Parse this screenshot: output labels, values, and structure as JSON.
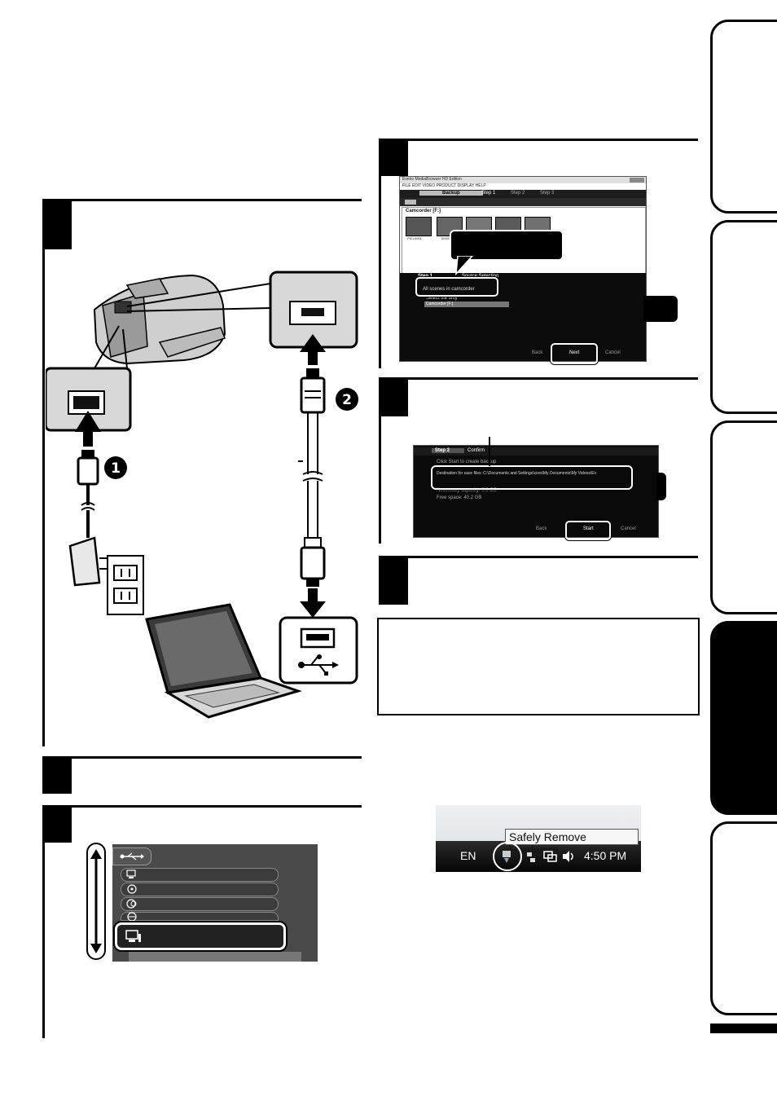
{
  "step_markers": [
    "",
    "",
    "",
    "",
    "",
    "",
    ""
  ],
  "camcorder_screen": {
    "title_bar": "Everio MediaBrowser HD Edition",
    "menu_bar": "FILE  EDIT  VIDEO  PRODUCT  DISPLAY  HELP",
    "backup_label": "Backup",
    "step_labels": [
      "Step 1",
      "Step 2",
      "Step 3"
    ],
    "source_label": "Camcorder [F:]",
    "thumb_labels": [
      "PICL0001",
      "00001"
    ],
    "step1_heading": "Step 1",
    "step1_title": "Source Selection",
    "option_all": "All scenes in camcorder",
    "option_select": "Select file only",
    "dropdown_value": "Camcorder [F:]",
    "buttons": [
      "Back",
      "Next",
      "Cancel"
    ]
  },
  "confirm_screen": {
    "step_label": "Step 2",
    "step_title": "Confirm",
    "instruction": "Click Start to create backup",
    "destination": "Destination for save files: C:\\Documents and Settings\\xxxx\\My Documents\\My Videos\\Ev",
    "capacity": "Necessary capacity: 0.0 GB",
    "free_space": "Free space: 40.2 GB",
    "buttons": [
      "Back",
      "Start",
      "Cancel"
    ]
  },
  "taskbar": {
    "tooltip": "Safely Remove Hardware",
    "language": "EN",
    "time": "4:50 PM"
  },
  "connection_labels": {
    "plug_1": "1",
    "plug_2": "2"
  }
}
